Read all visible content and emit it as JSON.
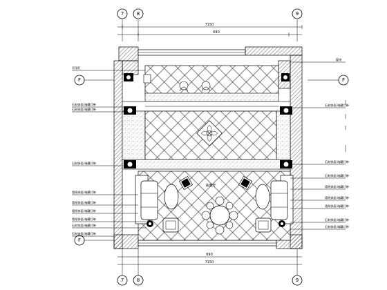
{
  "plan": {
    "grid_axes": {
      "top": [
        "7",
        "8",
        "9"
      ],
      "bottom": [
        "7",
        "8",
        "9"
      ],
      "left": [
        "F",
        "F"
      ],
      "right": [
        "F"
      ]
    },
    "dimensions": {
      "top_overall": "7150",
      "top_inner": "690",
      "bottom_overall": "7150",
      "bottom_inner": "690"
    },
    "left_notes": [
      "吊顶灯",
      "石材饰面 暗藏灯带",
      "石材饰面 暗藏灯带",
      "石材饰面 暗藏灯带",
      "墙纸饰面 暗藏灯带",
      "墙纸饰面 暗藏灯带",
      "墙纸饰面 暗藏灯带",
      "墙纸饰面 暗藏灯带",
      "石材饰面 暗藏灯带",
      "石材饰面 暗藏灯带"
    ],
    "right_notes": [
      "窗帘",
      "石材饰面 暗藏灯带",
      "石材饰面 暗藏灯带",
      "石材饰面 暗藏灯带",
      "墙纸饰面 暗藏灯带",
      "墙纸饰面 暗藏灯带",
      "墙纸饰面 暗藏灯带",
      "石材饰面 暗藏灯带",
      "石材饰面 暗藏灯带"
    ],
    "room_label": "会客厅"
  }
}
